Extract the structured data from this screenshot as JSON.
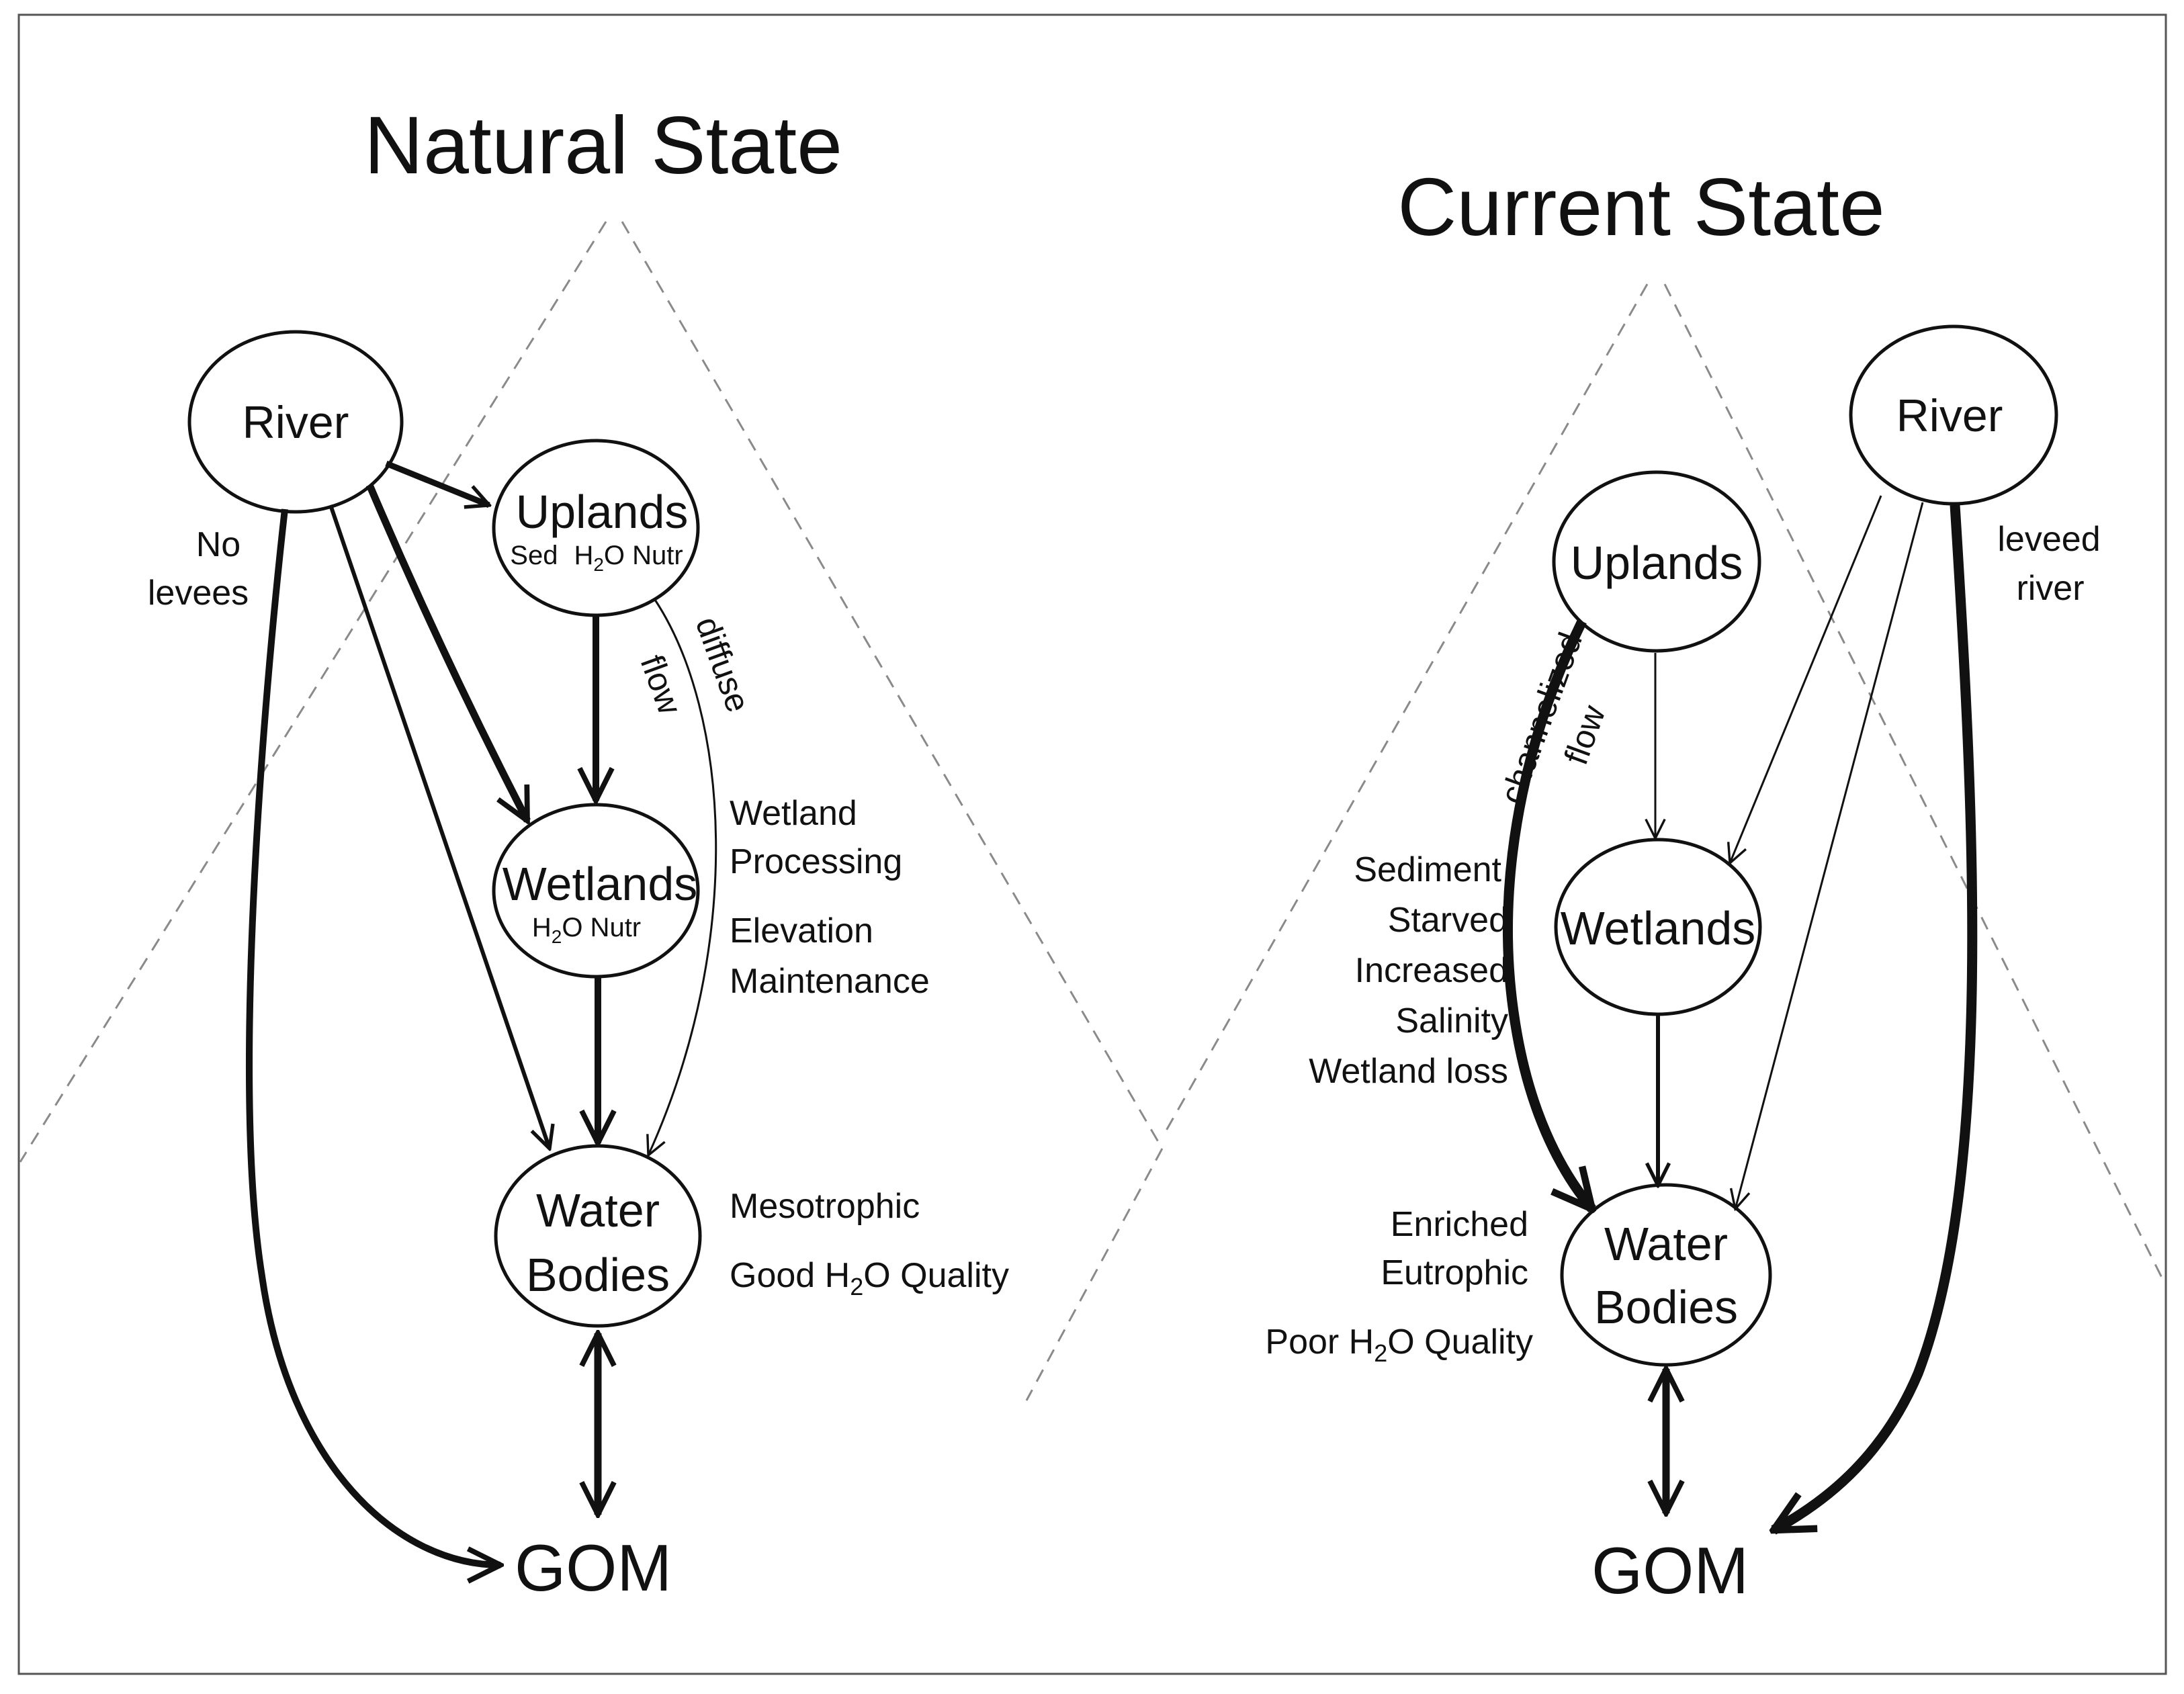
{
  "colors": {
    "ink": "#111111",
    "guide_dash": "#8a8a8a",
    "frame": "#555555",
    "background": "#ffffff"
  },
  "natural": {
    "title": "Natural State",
    "nodes": {
      "river": "River",
      "uplands": "Uplands",
      "uplands_sub": {
        "sed": "Sed",
        "h": "H",
        "sub2": "2",
        "o_nutr": "O Nutr"
      },
      "wetlands": "Wetlands",
      "wetlands_sub": {
        "h": "H",
        "sub2": "2",
        "o_nutr": "O Nutr"
      },
      "water_line1": "Water",
      "water_line2": "Bodies",
      "gom": "GOM"
    },
    "labels": {
      "no_levees_1": "No",
      "no_levees_2": "levees",
      "diffuse": "diffuse",
      "flow": "flow",
      "wetland_processing_1": "Wetland",
      "wetland_processing_2": "Processing",
      "elevation_1": "Elevation",
      "elevation_2": "Maintenance",
      "mesotrophic": "Mesotrophic",
      "quality": {
        "pre": "Good H",
        "sub2": "2",
        "post": "O Quality"
      }
    }
  },
  "current": {
    "title": "Current State",
    "nodes": {
      "river": "River",
      "uplands": "Uplands",
      "wetlands": "Wetlands",
      "water_line1": "Water",
      "water_line2": "Bodies",
      "gom": "GOM"
    },
    "labels": {
      "leveed_1": "leveed",
      "leveed_2": "river",
      "channelized": "channelized",
      "flow": "flow",
      "sediment": "Sediment",
      "starved": "Starved",
      "increased": "Increased",
      "salinity": "Salinity",
      "wetland_loss": "Wetland loss",
      "enriched": "Enriched",
      "eutrophic": "Eutrophic",
      "quality": {
        "pre": "Poor H",
        "sub2": "2",
        "post": "O Quality"
      }
    }
  }
}
